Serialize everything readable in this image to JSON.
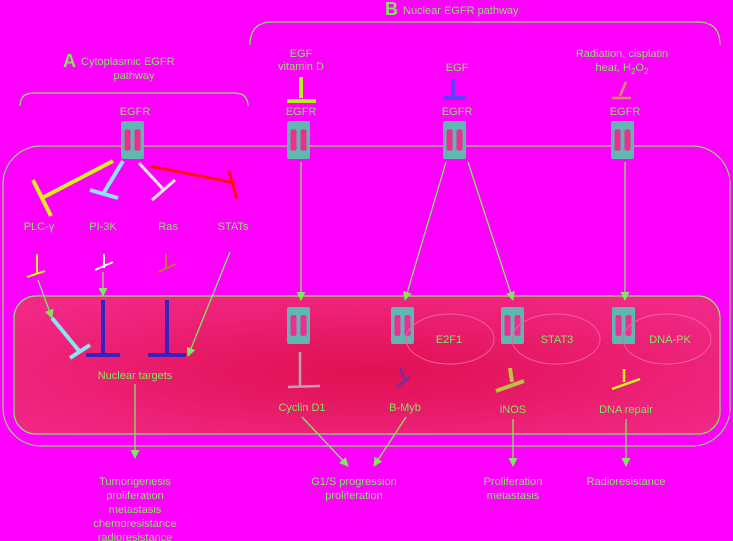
{
  "colors": {
    "background": "#ff00ff",
    "text": "#7fe85a",
    "outline": "#7fe85a",
    "nucleus_fill": "#e8205e",
    "receptor": "#5fb8b0",
    "receptor_core": "#ee2d92",
    "plc": "#d8f01e",
    "pi3k": "#88e6f0",
    "ras": "#ffe8f4",
    "stats": "#ff1010",
    "egf_vitd": "#b4f01e",
    "egf": "#5a40ff",
    "radiation": "#d09060",
    "nuclear_dark": "#3a20c0",
    "cyclin": "#c0a0b0",
    "bmyb": "#7030a0",
    "inos": "#c0c040"
  },
  "panel_a": {
    "letter": "A",
    "title_line1": "Cytoplasmic EGFR",
    "title_line2": "pathway"
  },
  "panel_b": {
    "letter": "B",
    "title": "Nuclear EGFR pathway"
  },
  "receptors": {
    "cyto": "EGFR",
    "egf_vitd": "EGFR",
    "egf": "EGFR",
    "radiation": "EGFR"
  },
  "ligands": {
    "egf_vitd_line1": "EGF",
    "egf_vitd_line2": "vitamin D",
    "egf": "EGF",
    "radiation_line1": "Radiation, cisplatin",
    "radiation_line2_main": "heat, H",
    "radiation_line2_sub1": "2",
    "radiation_line2_mid": "O",
    "radiation_line2_sub2": "2"
  },
  "cyto_targets": {
    "plc": "PLC-γ",
    "pi3k": "PI-3K",
    "ras": "Ras",
    "stats": "STATs"
  },
  "nuclear": {
    "targets": "Nuclear targets",
    "e2f1": "E2F1",
    "stat3": "STAT3",
    "dnapk": "DNA-PK",
    "cyclin": "Cyclin D1",
    "bmyb": "B-Myb",
    "inos": "iNOS",
    "dna_repair": "DNA repair"
  },
  "outcomes": {
    "a": [
      "Tumorigenesis",
      "proliferation",
      "metastasis",
      "chemoresistance",
      "radioresistance"
    ],
    "g1s": [
      "G1/S progression",
      "proliferation"
    ],
    "prolif": [
      "Proliferation",
      "metastasis"
    ],
    "radio": [
      "Radioresistance"
    ]
  }
}
